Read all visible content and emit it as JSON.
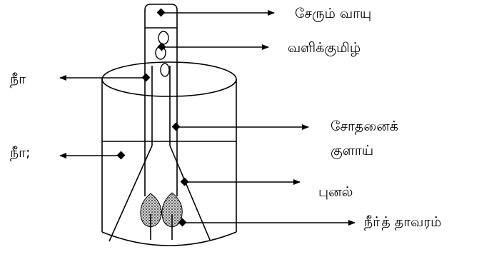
{
  "labels": {
    "collected_gas": "சேரும் வாயு",
    "bubble": "வளிக்குமிழ்",
    "water_top": "நீா",
    "test_tube_line1": "சோதனைக்",
    "test_tube_line2": "குளாய்",
    "water_side": "நீா;",
    "funnel": "புனல்",
    "water_plant": "நீா்த் தாவரம்"
  },
  "colors": {
    "stroke": "#000000",
    "leaf_dark": "#3a3a3a",
    "leaf_light": "#d8d8d8"
  }
}
